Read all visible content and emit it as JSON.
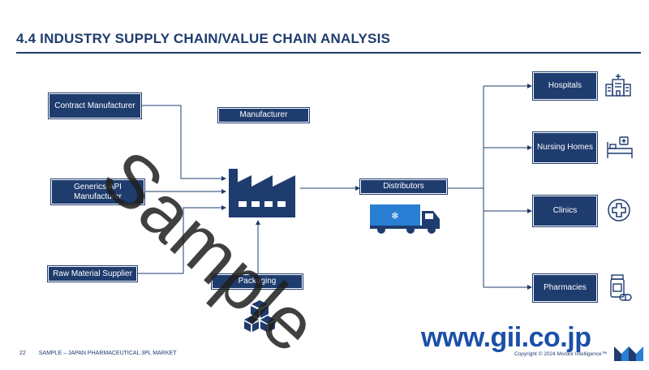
{
  "title": "4.4 INDUSTRY SUPPLY CHAIN/VALUE CHAIN ANALYSIS",
  "nodes": {
    "contract_manufacturer": "Contract Manufacturer",
    "generics_api": "Generics/API Manufacturer",
    "raw_material": "Raw Material Supplier",
    "manufacturer": "Manufacturer",
    "packaging": "Packaging",
    "distributors": "Distributors",
    "hospitals": "Hospitals",
    "nursing_homes": "Nursing Homes",
    "clinics": "Clinics",
    "pharmacies": "Pharmacies"
  },
  "icons": {
    "factory": "factory-icon",
    "truck": "truck-icon",
    "boxes": "boxes-icon",
    "hospital": "hospital-icon",
    "bed": "bed-icon",
    "medical_cross": "medical-cross-icon",
    "pills": "pills-icon"
  },
  "watermark": "Sample",
  "footer": {
    "page": "22",
    "text": "SAMPLE – JAPAN PHARMACEUTICAL 3PL MARKET",
    "copyright": "Copyright © 2024 Mordor Intelligence™"
  },
  "url": "www.gii.co.jp",
  "colors": {
    "primary": "#1f3c6e",
    "accent": "#2a7fd4",
    "url": "#1b4fa8"
  }
}
